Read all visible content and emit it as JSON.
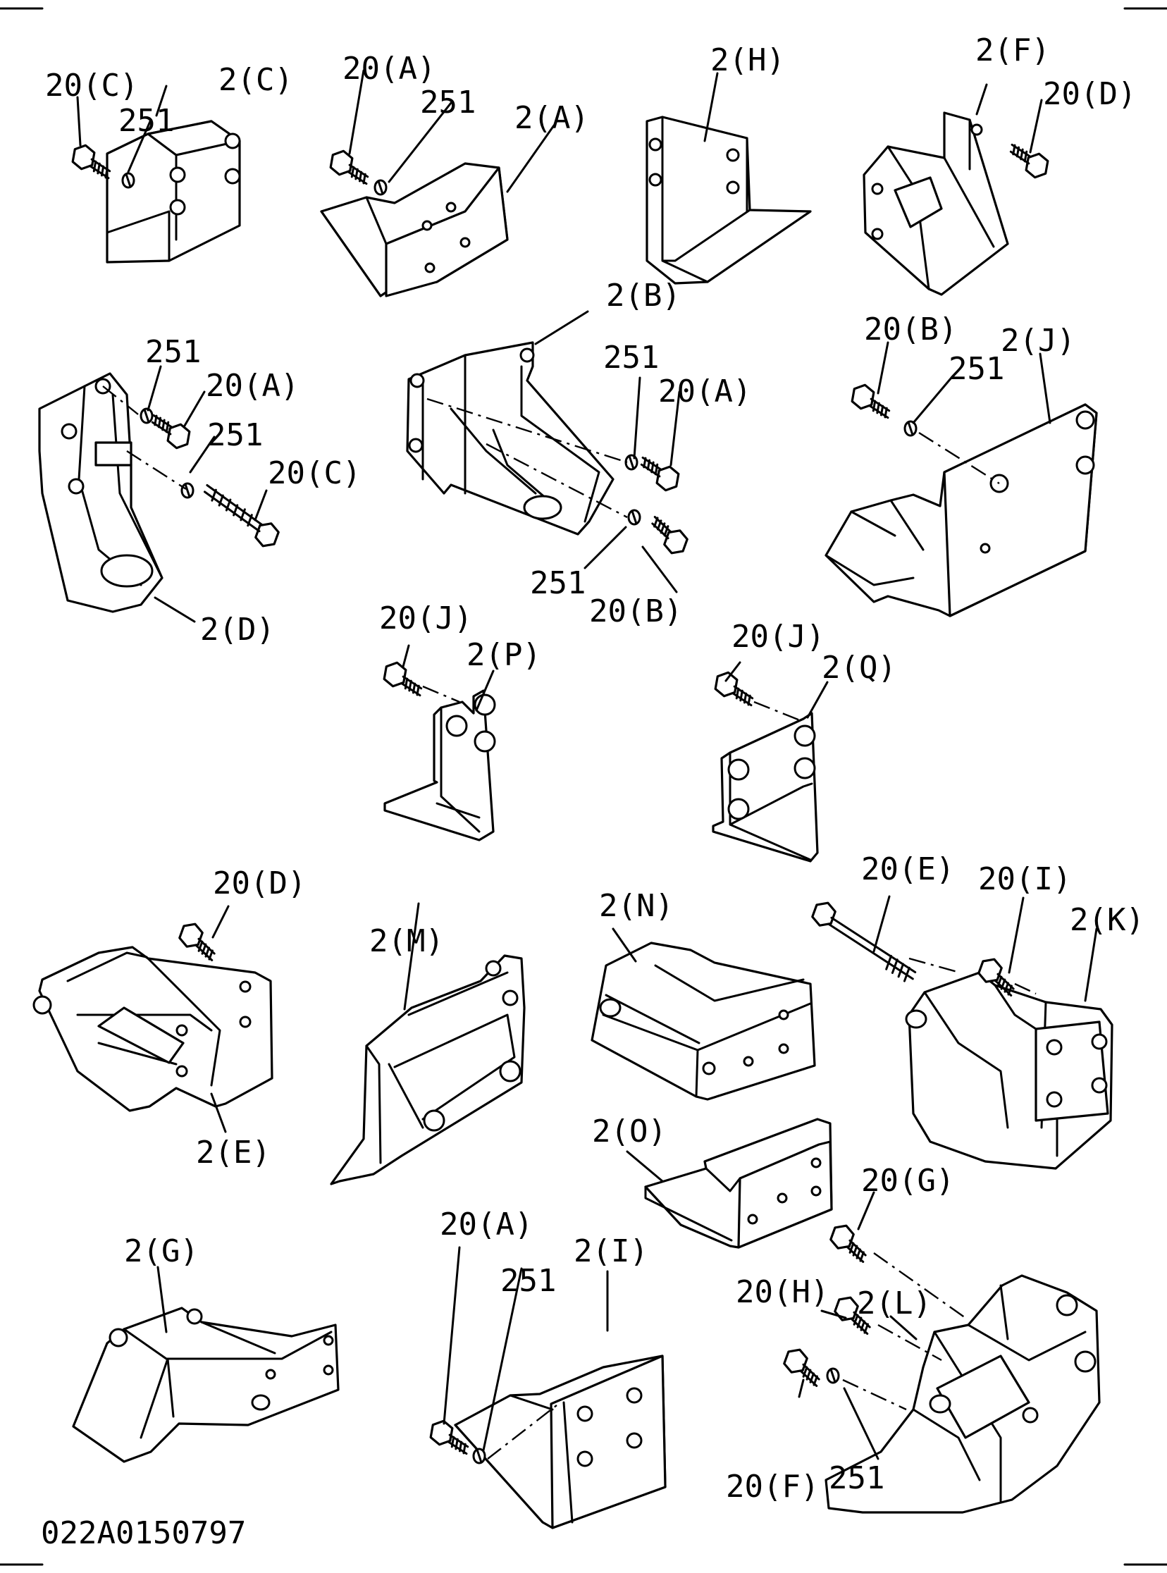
{
  "diagram": {
    "drawing_number": "022A0150797",
    "callouts": {
      "c01": "20(C)",
      "c02": "2(C)",
      "c03": "251",
      "c04": "20(A)",
      "c05": "251",
      "c06": "2(A)",
      "c07": "2(H)",
      "c08": "2(F)",
      "c09": "20(D)",
      "c10": "2(B)",
      "c11": "251",
      "c12": "20(A)",
      "c13": "251",
      "c14": "20(C)",
      "c15": "2(D)",
      "c16": "251",
      "c17": "20(A)",
      "c18": "251",
      "c19": "20(B)",
      "c20": "20(B)",
      "c21": "251",
      "c22": "2(J)",
      "c23": "20(J)",
      "c24": "2(P)",
      "c25": "20(J)",
      "c26": "2(Q)",
      "c27": "20(D)",
      "c28": "2(E)",
      "c29": "2(M)",
      "c30": "2(N)",
      "c31": "20(E)",
      "c32": "20(I)",
      "c33": "2(K)",
      "c34": "2(O)",
      "c35": "2(G)",
      "c36": "20(A)",
      "c37": "251",
      "c38": "2(I)",
      "c39": "20(G)",
      "c40": "20(H)",
      "c41": "2(L)",
      "c42": "20(F)",
      "c43": "251"
    }
  }
}
